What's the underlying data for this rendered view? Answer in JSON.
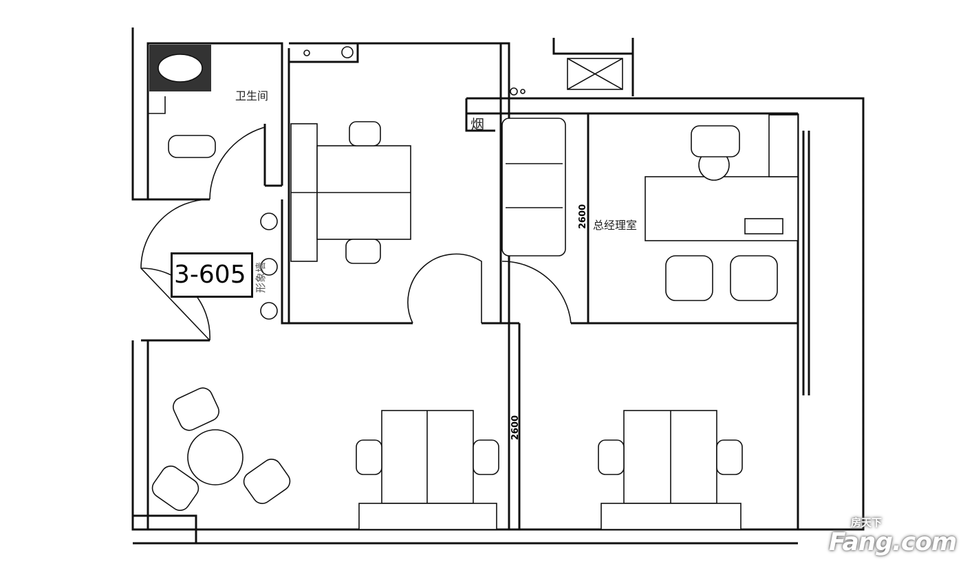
{
  "rooms": {
    "bathroom": "卫生间",
    "flue": "烟",
    "gm_office": "总经理室",
    "feature_wall": "形象墙"
  },
  "unit_number": "3-605",
  "dimensions": {
    "upper": "2600",
    "lower": "2600"
  },
  "watermark": {
    "cn": "房天下",
    "en": "Fang.com"
  }
}
